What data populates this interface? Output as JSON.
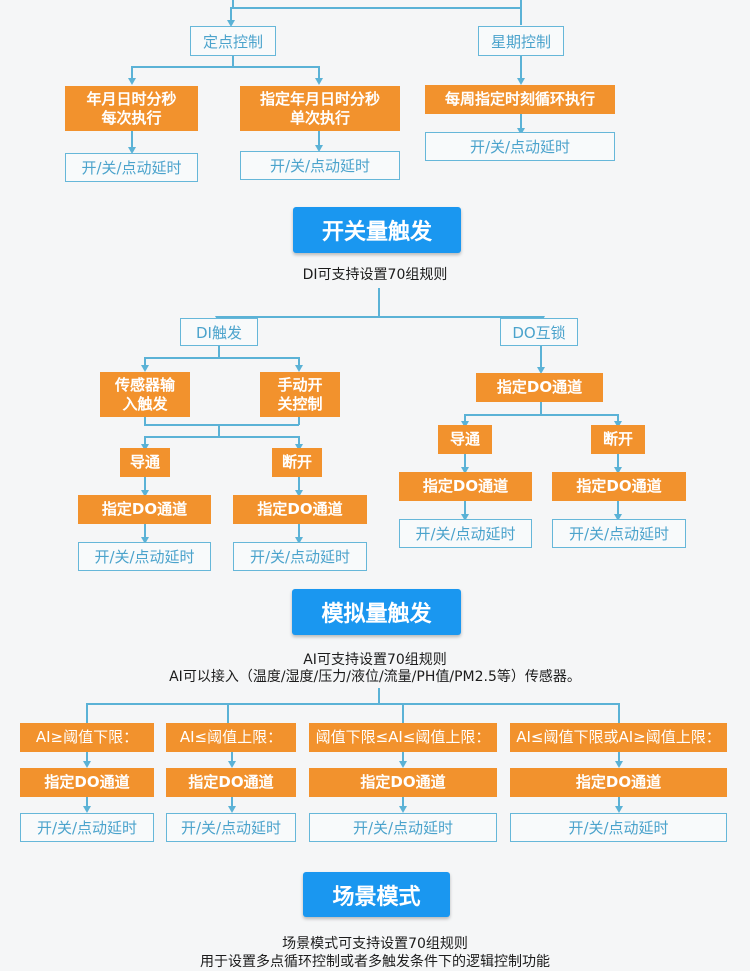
{
  "colors": {
    "orange": "#f2922d",
    "blue_header": "#1a97f0",
    "line": "#5bb2d6",
    "outline_text": "#4ba3cc",
    "background": "#f5f6f7"
  },
  "timer": {
    "fixed_point": {
      "label": "定点控制",
      "branches": [
        {
          "mode": "年月日时分秒\n每次执行",
          "action": "开/关/点动延时"
        },
        {
          "mode": "指定年月日时分秒\n单次执行",
          "action": "开/关/点动延时"
        }
      ]
    },
    "weekly": {
      "label": "星期控制",
      "mode": "每周指定时刻循环执行",
      "action": "开/关/点动延时"
    }
  },
  "switch_trigger": {
    "title": "开关量触发",
    "caption": "DI可支持设置70组规则",
    "di_trigger": {
      "label": "DI触发",
      "sources": [
        "传感器输\n入触发",
        "手动开\n关控制"
      ],
      "states": [
        {
          "state": "导通",
          "channel": "指定DO通道",
          "action": "开/关/点动延时"
        },
        {
          "state": "断开",
          "channel": "指定DO通道",
          "action": "开/关/点动延时"
        }
      ]
    },
    "do_interlock": {
      "label": "DO互锁",
      "channel": "指定DO通道",
      "states": [
        {
          "state": "导通",
          "channel": "指定DO通道",
          "action": "开/关/点动延时"
        },
        {
          "state": "断开",
          "channel": "指定DO通道",
          "action": "开/关/点动延时"
        }
      ]
    }
  },
  "analog_trigger": {
    "title": "模拟量触发",
    "caption_line1": "AI可支持设置70组规则",
    "caption_line2": "AI可以接入（温度/湿度/压力/液位/流量/PH值/PM2.5等）传感器。",
    "rules": [
      {
        "condition": "AI≥阈值下限：",
        "channel": "指定DO通道",
        "action": "开/关/点动延时"
      },
      {
        "condition": "AI≤阈值上限：",
        "channel": "指定DO通道",
        "action": "开/关/点动延时"
      },
      {
        "condition": "阈值下限≤AI≤阈值上限：",
        "channel": "指定DO通道",
        "action": "开/关/点动延时"
      },
      {
        "condition": "AI≤阈值下限或AI≥阈值上限：",
        "channel": "指定DO通道",
        "action": "开/关/点动延时"
      }
    ]
  },
  "scene_mode": {
    "title": "场景模式",
    "caption_line1": "场景模式可支持设置70组规则",
    "caption_line2": "用于设置多点循环控制或者多触发条件下的逻辑控制功能"
  }
}
